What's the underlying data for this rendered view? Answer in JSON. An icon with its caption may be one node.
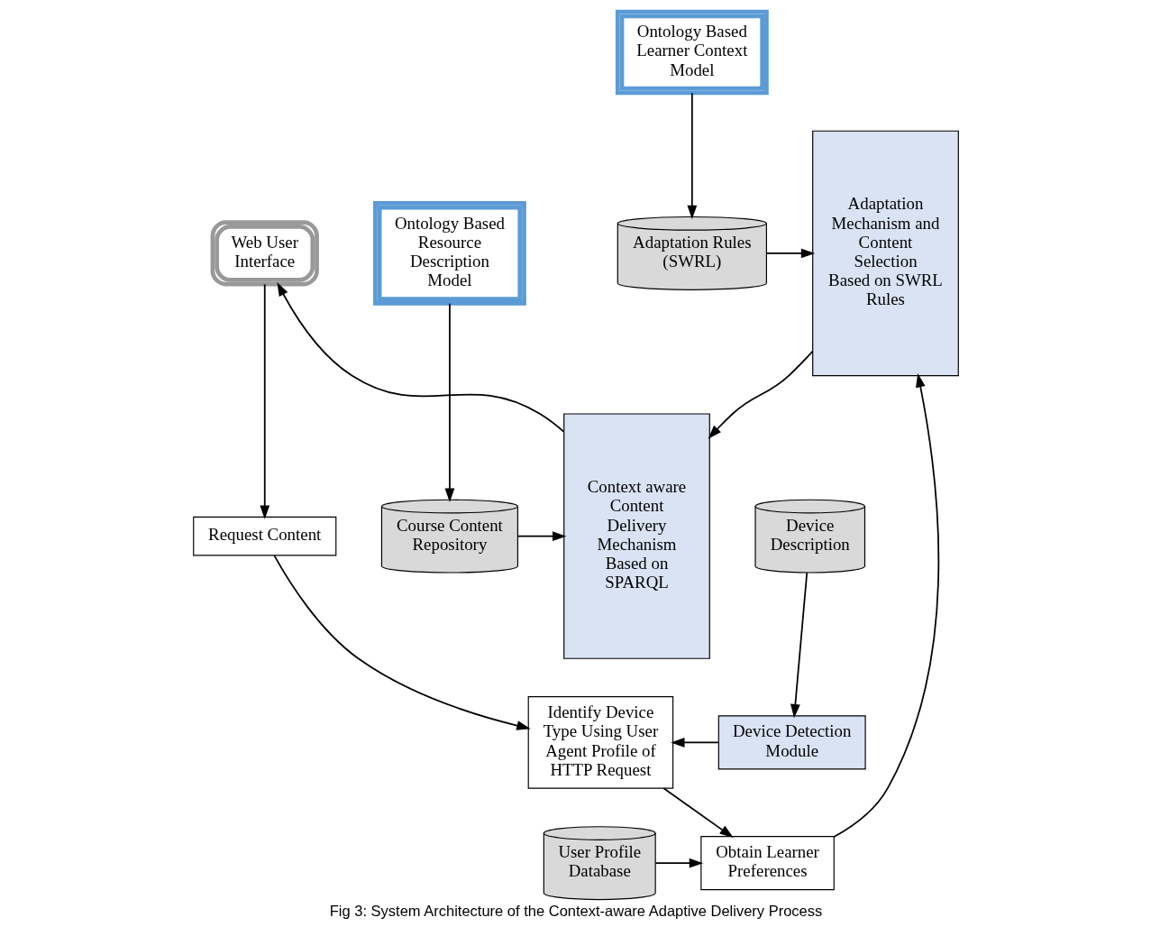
{
  "diagram": {
    "caption": "Fig 3: System Architecture of the Context-aware Adaptive Delivery Process",
    "nodes": [
      {
        "text": [
          "Web User Interface"
        ]
      },
      {
        "text": [
          "Request Content"
        ]
      },
      {
        "text": [
          "Identify Device Type Using User Agent Profile of HTTP Request"
        ]
      },
      {
        "text": [
          "Obtain Learner Preferences"
        ]
      },
      {
        "text": [
          "Device Description"
        ]
      },
      {
        "text": [
          "Device Detection Module"
        ]
      },
      {
        "text": [
          "User Profile Database"
        ]
      },
      {
        "text": [
          "Adaptation Mechanism and Content Selection Based on SWRL Rules"
        ]
      },
      {
        "text": [
          "Context aware Content Delivery Mechanism Based on SPARQL"
        ]
      },
      {
        "text": [
          "Adaptation Rules (SWRL)"
        ]
      },
      {
        "text": [
          "Ontology Based Learner Context Model"
        ]
      },
      {
        "text": [
          "Ontology Based Resource Description Model"
        ]
      },
      {
        "text": [
          "Course Content Repository"
        ]
      }
    ],
    "edges": [
      {
        "from": 0,
        "to": 1,
        "arrow": "to"
      },
      {
        "from": 1,
        "to": 2,
        "arrow": "to"
      },
      {
        "from": 2,
        "to": 3,
        "arrow": "to"
      },
      {
        "from": 4,
        "to": 5,
        "arrow": "to"
      },
      {
        "from": 5,
        "to": 2,
        "arrow": "to"
      },
      {
        "from": 6,
        "to": 3,
        "arrow": "to"
      },
      {
        "from": 3,
        "to": 7,
        "arrow": "to"
      },
      {
        "from": 9,
        "to": 7,
        "arrow": "to"
      },
      {
        "from": 10,
        "to": 9,
        "arrow": "to"
      },
      {
        "from": 7,
        "to": 8,
        "arrow": "to"
      },
      {
        "from": 11,
        "to": 12,
        "arrow": "to"
      },
      {
        "from": 12,
        "to": 8,
        "arrow": "to"
      },
      {
        "from": 8,
        "to": 0,
        "arrow": "to"
      }
    ]
  }
}
